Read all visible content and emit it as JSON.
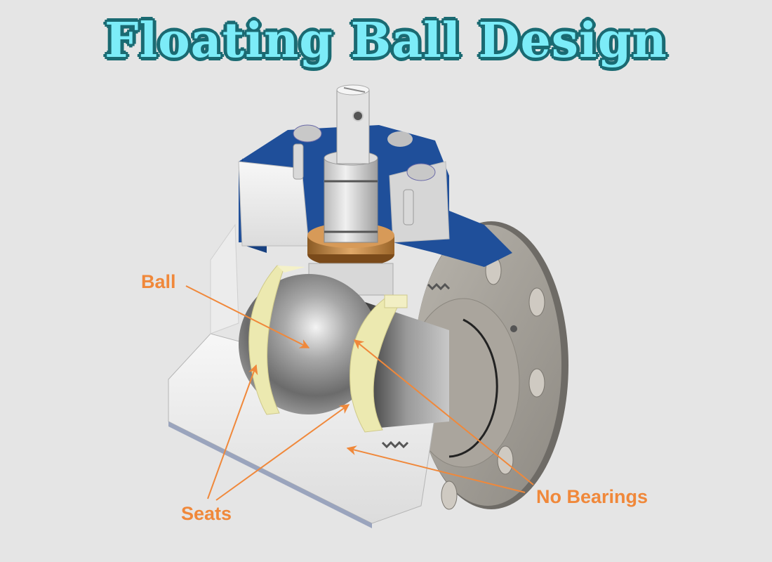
{
  "title": "Floating Ball Design",
  "labels": {
    "ball": "Ball",
    "seats": "Seats",
    "no_bearings": "No Bearings"
  },
  "colors": {
    "background": "#e5e5e5",
    "title_fill": "#7cecf8",
    "title_outline": "#1a6a72",
    "label_orange": "#f0883a",
    "body_blue": "#1f4f9a",
    "seat_yellow": "#ece9b0",
    "bushing_bronze": "#c8843e"
  },
  "parts": [
    "stem",
    "bonnet",
    "ball",
    "upstream-seat",
    "downstream-seat",
    "body",
    "flange",
    "bronze-bushing"
  ]
}
